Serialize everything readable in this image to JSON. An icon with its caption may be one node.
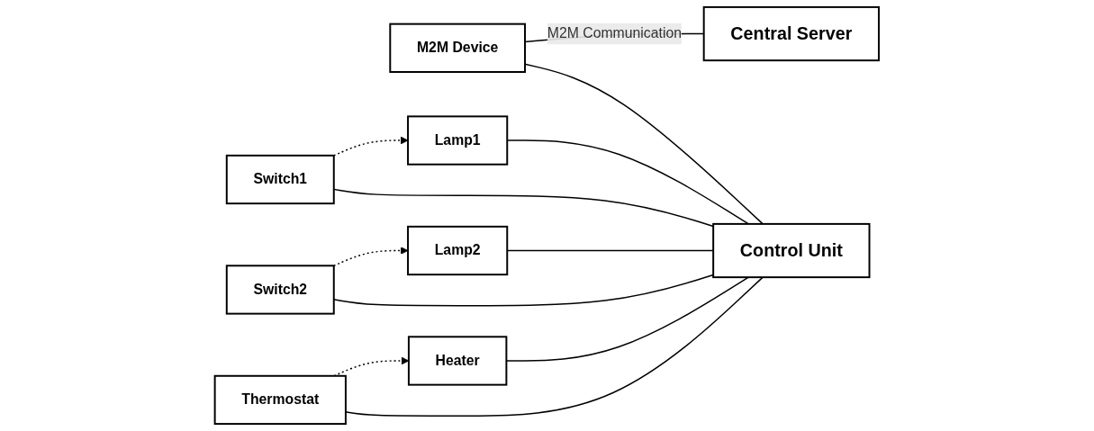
{
  "diagram": {
    "nodes": [
      {
        "text": [
          "Thermostat"
        ]
      },
      {
        "text": [
          "M2M Device"
        ]
      },
      {
        "text": [
          "Central Server"
        ]
      },
      {
        "text": [
          "Switch2"
        ]
      },
      {
        "text": [
          "Control Unit"
        ]
      },
      {
        "text": [
          "Switch1"
        ]
      },
      {
        "text": [
          "Lamp1"
        ]
      },
      {
        "text": [
          "Lamp2"
        ]
      },
      {
        "text": [
          "Heater"
        ]
      }
    ],
    "edges": [
      {
        "from": 0,
        "to": 4,
        "arrow": "none"
      },
      {
        "from": 3,
        "to": 4,
        "arrow": "none"
      },
      {
        "from": 5,
        "to": 4,
        "arrow": "none"
      },
      {
        "from": 6,
        "to": 4,
        "arrow": "none"
      },
      {
        "from": 7,
        "to": 4,
        "arrow": "none"
      },
      {
        "from": 8,
        "to": 4,
        "arrow": "none"
      },
      {
        "from": 1,
        "to": 4,
        "arrow": "none"
      },
      {
        "from": 1,
        "to": 2,
        "arrow": "none",
        "label": "M2M Communication"
      },
      {
        "from": 0,
        "to": 8,
        "arrow": "to",
        "style": "dashed"
      },
      {
        "from": 3,
        "to": 7,
        "arrow": "to",
        "style": "dashed"
      },
      {
        "from": 5,
        "to": 6,
        "arrow": "to",
        "style": "dashed"
      }
    ]
  }
}
